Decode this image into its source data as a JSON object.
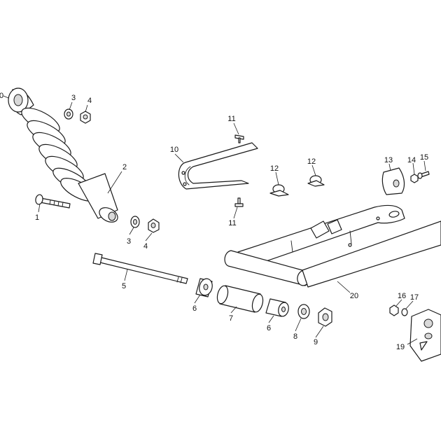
{
  "callouts": {
    "c0": "0",
    "c1": "1",
    "c2": "2",
    "c3a": "3",
    "c3b": "3",
    "c4a": "4",
    "c4b": "4",
    "c5": "5",
    "c6a": "6",
    "c6b": "6",
    "c7": "7",
    "c8": "8",
    "c9": "9",
    "c10": "10",
    "c11a": "11",
    "c11b": "11",
    "c12a": "12",
    "c12b": "12",
    "c13": "13",
    "c14": "14",
    "c15": "15",
    "c16": "16",
    "c17": "17",
    "c19": "19",
    "c20": "20"
  }
}
